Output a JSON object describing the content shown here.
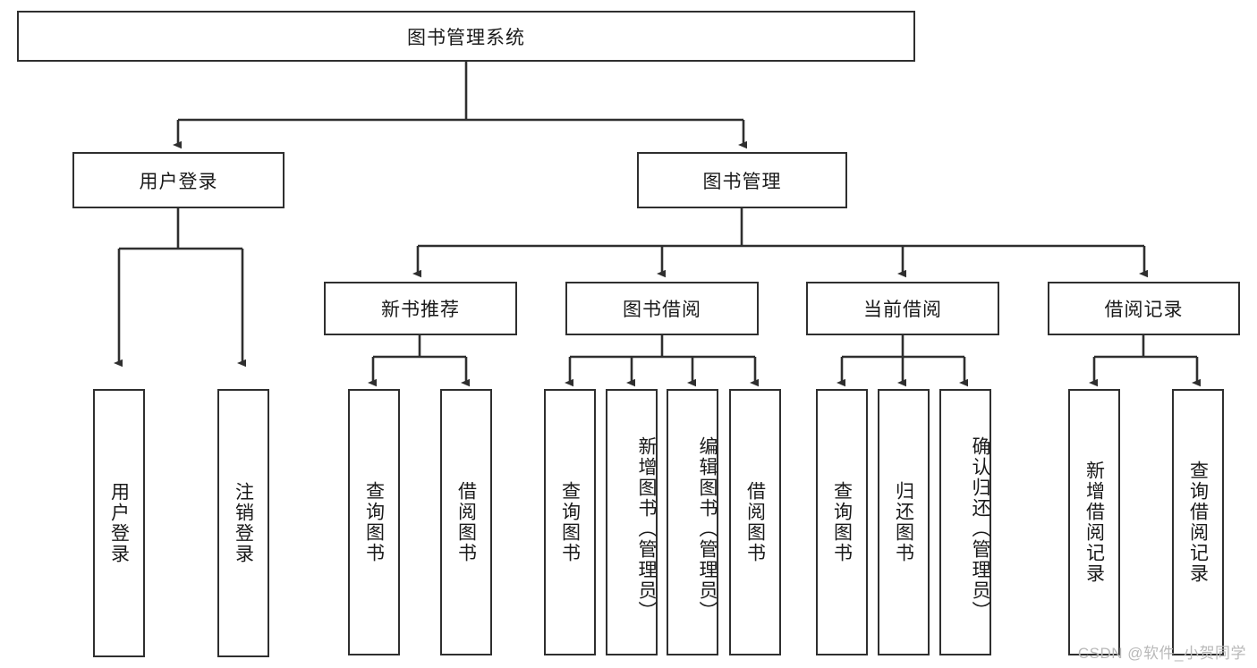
{
  "diagram": {
    "title": "图书管理系统",
    "root": {
      "label": "图书管理系统"
    },
    "level2": [
      {
        "label": "用户登录"
      },
      {
        "label": "图书管理"
      }
    ],
    "level3": [
      {
        "label": "新书推荐"
      },
      {
        "label": "图书借阅"
      },
      {
        "label": "当前借阅"
      },
      {
        "label": "借阅记录"
      }
    ],
    "leaves": [
      {
        "label": "用户登录"
      },
      {
        "label": "注销登录"
      },
      {
        "label": "查询图书"
      },
      {
        "label": "借阅图书"
      },
      {
        "label": "查询图书"
      },
      {
        "label": "新增图书（管理员）"
      },
      {
        "label": "编辑图书（管理员）"
      },
      {
        "label": "借阅图书"
      },
      {
        "label": "查询图书"
      },
      {
        "label": "归还图书"
      },
      {
        "label": "确认归还（管理员）"
      },
      {
        "label": "新增借阅记录"
      },
      {
        "label": "查询借阅记录"
      }
    ]
  },
  "watermark": {
    "text": "CSDN @软件_小贺同学"
  },
  "colors": {
    "stroke": "#2f2f2f",
    "background": "#ffffff",
    "text": "#1a1a1a",
    "watermark": "#b9b9b9"
  }
}
